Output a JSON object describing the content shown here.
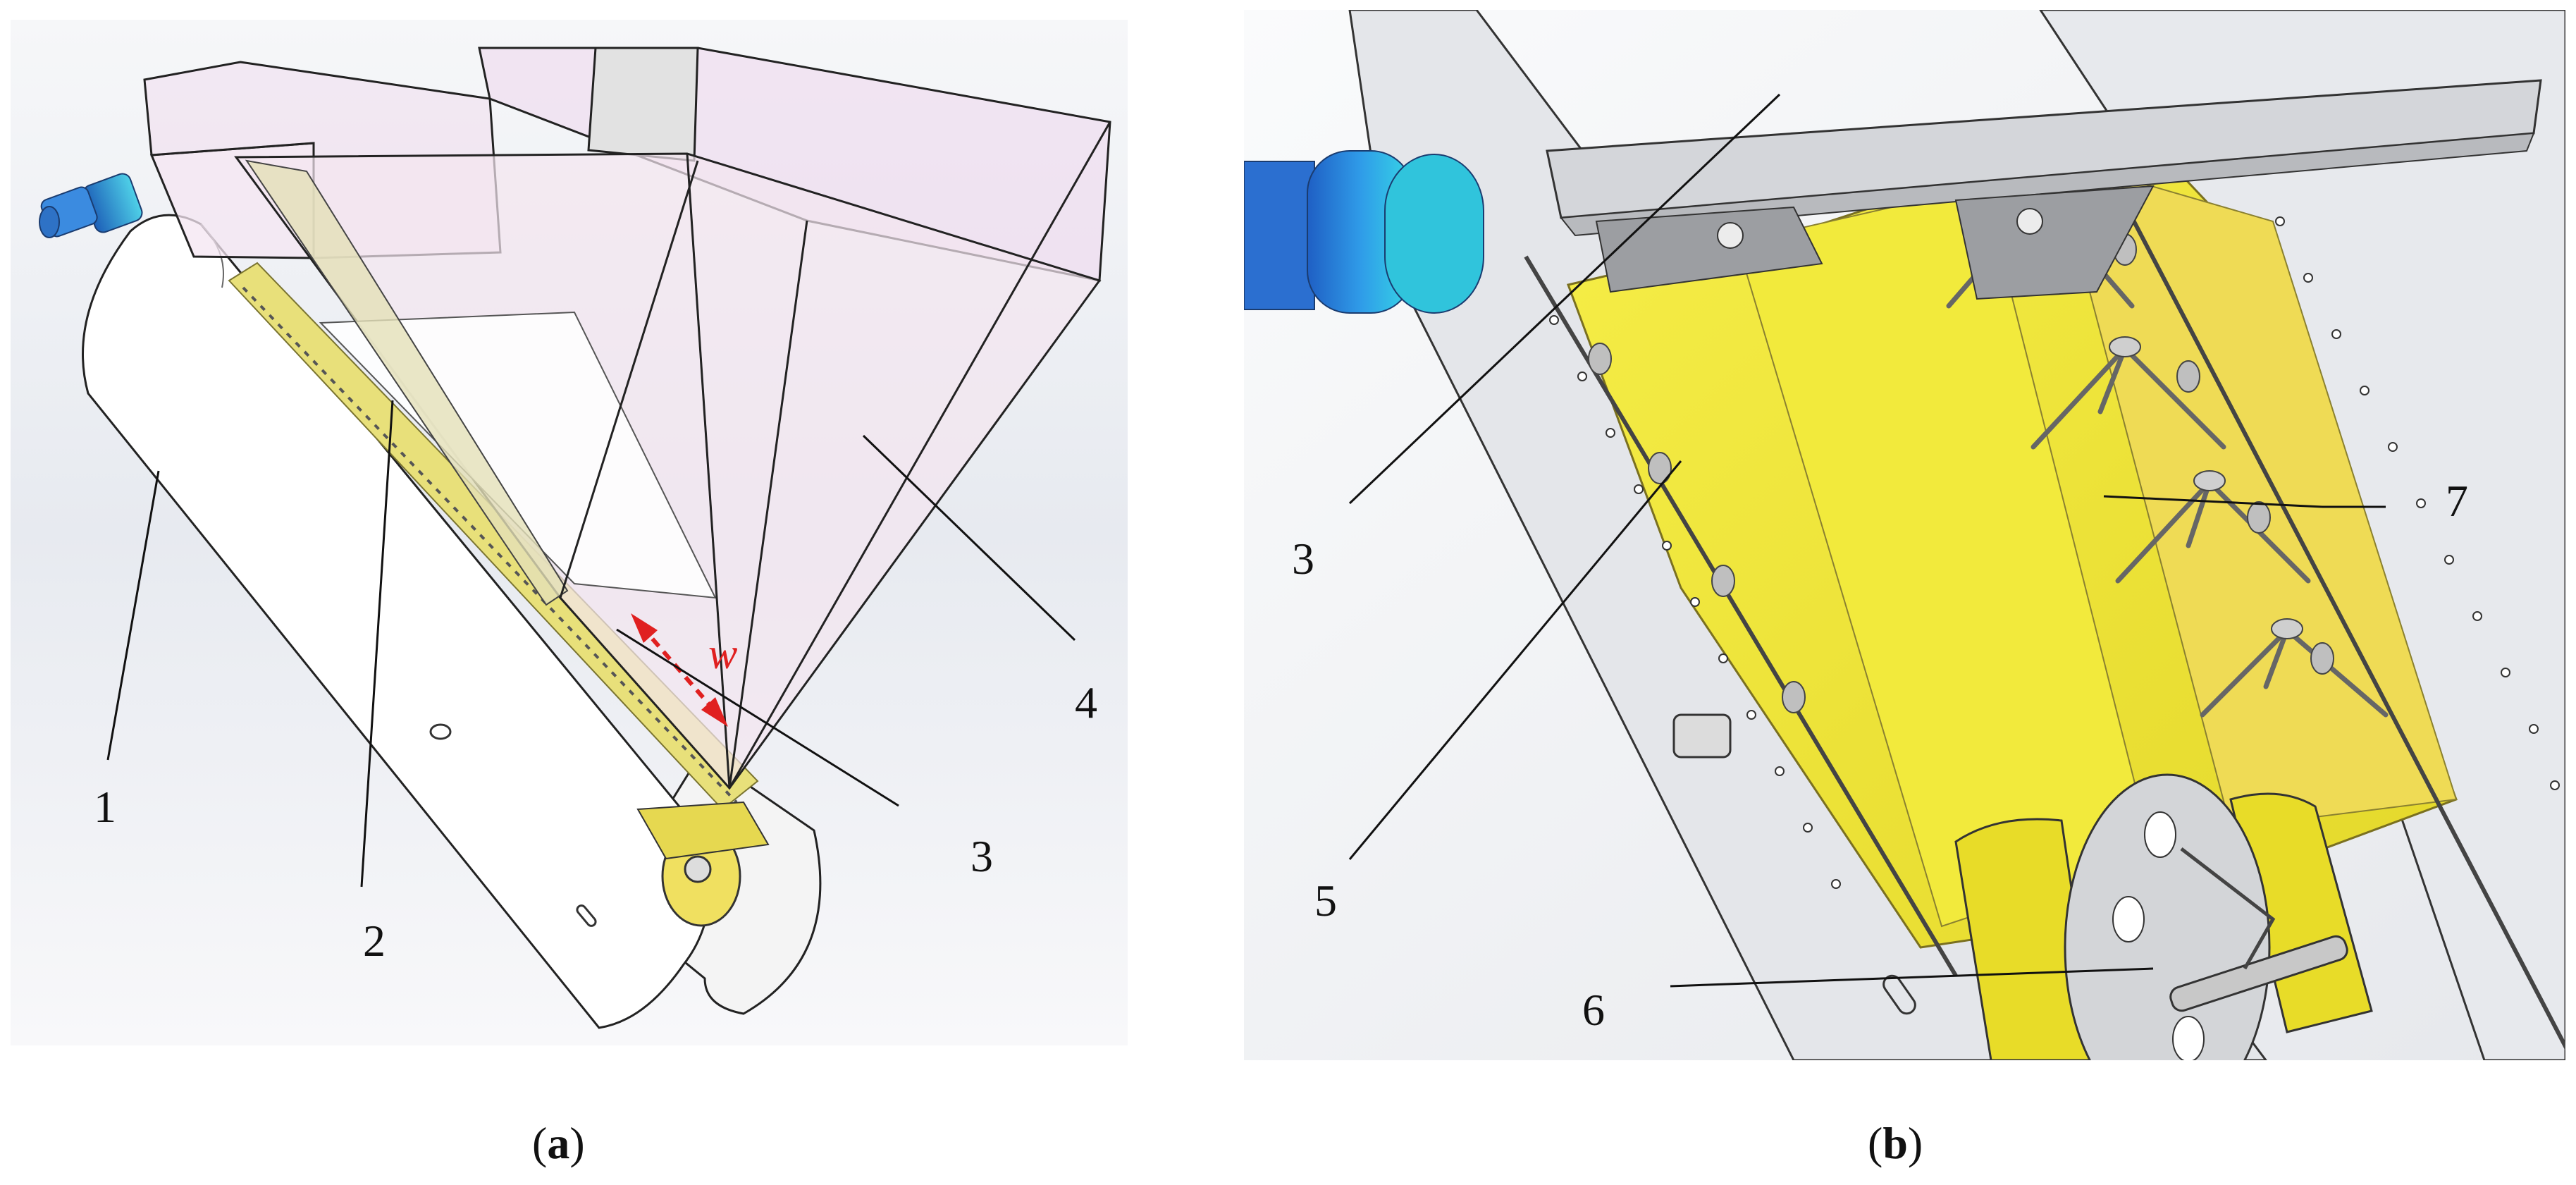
{
  "panel_a": {
    "caption_open": "(",
    "caption_letter": "a",
    "caption_close": ")",
    "labels": {
      "n1": "1",
      "n2": "2",
      "n3": "3",
      "n4": "4"
    },
    "dimension_symbol": "w",
    "colors": {
      "drum": "#ffffff",
      "hopper_tint": "#f1dcef",
      "belt": "#e8e07a",
      "motor": "#2a8fd8",
      "dimension": "#e02020"
    }
  },
  "panel_b": {
    "caption_open": "(",
    "caption_letter": "b",
    "caption_close": ")",
    "labels": {
      "n3": "3",
      "n5": "5",
      "n6": "6",
      "n7": "7"
    },
    "colors": {
      "frame": "#e4e6ea",
      "belt": "#f0e832",
      "motor": "#2a8fd8",
      "sprocket": "#d3d5d8"
    }
  }
}
